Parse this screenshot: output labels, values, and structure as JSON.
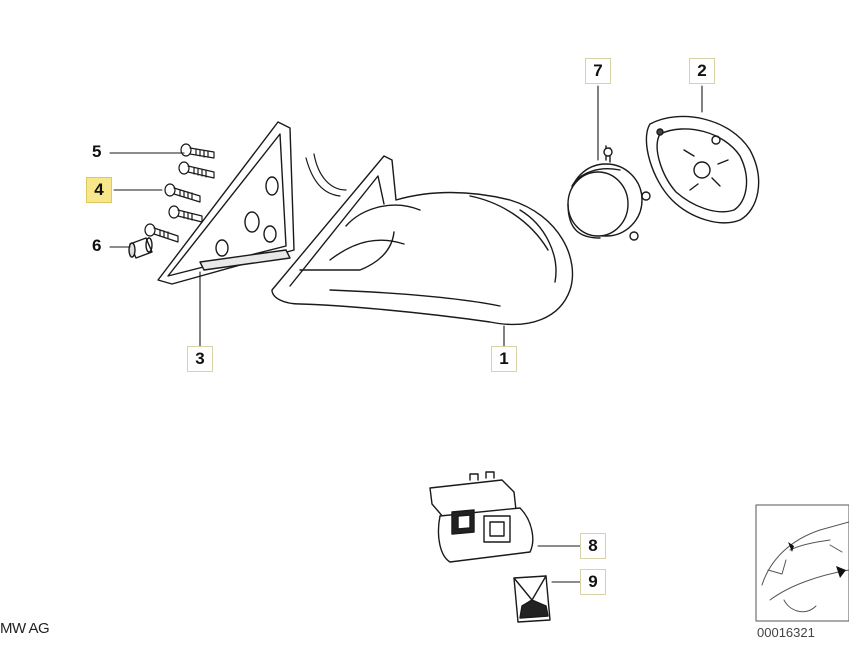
{
  "diagram": {
    "callouts": [
      {
        "id": "1",
        "label": "1",
        "highlighted": false
      },
      {
        "id": "2",
        "label": "2",
        "highlighted": false
      },
      {
        "id": "3",
        "label": "3",
        "highlighted": false
      },
      {
        "id": "4",
        "label": "4",
        "highlighted": true
      },
      {
        "id": "5",
        "label": "5",
        "highlighted": false
      },
      {
        "id": "6",
        "label": "6",
        "highlighted": false
      },
      {
        "id": "7",
        "label": "7",
        "highlighted": false
      },
      {
        "id": "8",
        "label": "8",
        "highlighted": false
      },
      {
        "id": "9",
        "label": "9",
        "highlighted": false
      }
    ],
    "copyright": "MW AG",
    "image_number": "00016321"
  },
  "colors": {
    "highlight": "#f7e68a",
    "line": "#1a1a1a",
    "shadow": "#333333"
  }
}
